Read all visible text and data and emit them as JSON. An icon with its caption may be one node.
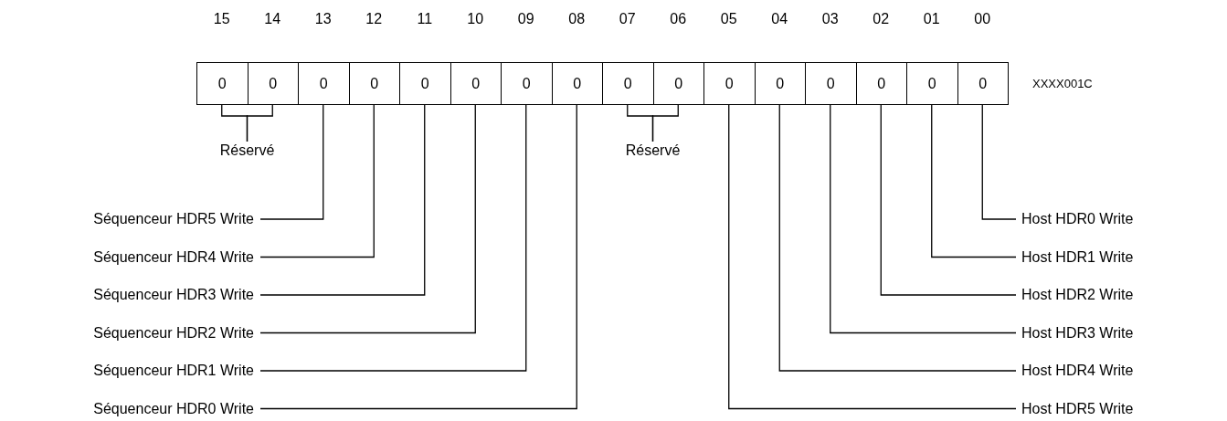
{
  "diagram": {
    "nodes": [
      {
        "text": [
          "0"
        ],
        "beside": [
          "15"
        ]
      },
      {
        "text": [
          "0"
        ],
        "beside": [
          "14"
        ]
      },
      {
        "text": [
          "0"
        ],
        "beside": [
          "13"
        ]
      },
      {
        "text": [
          "0"
        ],
        "beside": [
          "12"
        ]
      },
      {
        "text": [
          "0"
        ],
        "beside": [
          "11"
        ]
      },
      {
        "text": [
          "0"
        ],
        "beside": [
          "10"
        ]
      },
      {
        "text": [
          "0"
        ],
        "beside": [
          "09"
        ]
      },
      {
        "text": [
          "0"
        ],
        "beside": [
          "08"
        ]
      },
      {
        "text": [
          "0"
        ],
        "beside": [
          "07"
        ]
      },
      {
        "text": [
          "0"
        ],
        "beside": [
          "06"
        ]
      },
      {
        "text": [
          "0"
        ],
        "beside": [
          "05"
        ]
      },
      {
        "text": [
          "0"
        ],
        "beside": [
          "04"
        ]
      },
      {
        "text": [
          "0"
        ],
        "beside": [
          "03"
        ]
      },
      {
        "text": [
          "0"
        ],
        "beside": [
          "02"
        ]
      },
      {
        "text": [
          "0"
        ],
        "beside": [
          "01"
        ]
      },
      {
        "text": [
          "0"
        ],
        "beside": [
          "00"
        ]
      },
      {
        "text": [
          "Réservé"
        ]
      },
      {
        "text": [
          "Réservé"
        ]
      },
      {
        "text": [
          "Séquenceur HDR5 Write"
        ]
      },
      {
        "text": [
          "Host HDR0 Write"
        ]
      },
      {
        "text": [
          "Séquenceur HDR4 Write"
        ]
      },
      {
        "text": [
          "Host HDR1 Write"
        ]
      },
      {
        "text": [
          "Séquenceur HDR3 Write"
        ]
      },
      {
        "text": [
          "Host HDR2 Write"
        ]
      },
      {
        "text": [
          "Séquenceur HDR2 Write"
        ]
      },
      {
        "text": [
          "Host HDR3 Write"
        ]
      },
      {
        "text": [
          "Séquenceur HDR1 Write"
        ]
      },
      {
        "text": [
          "Host HDR4 Write"
        ]
      },
      {
        "text": [
          "Séquenceur HDR0 Write"
        ]
      },
      {
        "text": [
          "Host HDR5 Write"
        ]
      }
    ],
    "edges": [
      {
        "from": 16,
        "to": 0,
        "arrow": "none"
      },
      {
        "from": 16,
        "to": 1,
        "arrow": "none"
      },
      {
        "from": 17,
        "to": 8,
        "arrow": "none"
      },
      {
        "from": 17,
        "to": 9,
        "arrow": "none"
      },
      {
        "from": 18,
        "to": 2,
        "arrow": "none"
      },
      {
        "from": 19,
        "to": 15,
        "arrow": "none"
      },
      {
        "from": 20,
        "to": 3,
        "arrow": "none"
      },
      {
        "from": 21,
        "to": 14,
        "arrow": "none"
      },
      {
        "from": 22,
        "to": 4,
        "arrow": "none"
      },
      {
        "from": 23,
        "to": 13,
        "arrow": "none"
      },
      {
        "from": 24,
        "to": 5,
        "arrow": "none"
      },
      {
        "from": 25,
        "to": 12,
        "arrow": "none"
      },
      {
        "from": 26,
        "to": 6,
        "arrow": "none"
      },
      {
        "from": 27,
        "to": 11,
        "arrow": "none"
      },
      {
        "from": 28,
        "to": 7,
        "arrow": "none"
      },
      {
        "from": 29,
        "to": 10,
        "arrow": "none"
      }
    ],
    "labels": [
      "XXXX001C"
    ]
  }
}
